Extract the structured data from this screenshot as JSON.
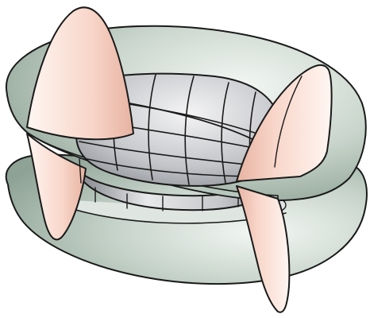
{
  "figure": {
    "kind": "3d-surface-illustration",
    "colors": {
      "background": "#ffffff",
      "outline": "#1a1a1a",
      "green_shell_light": "#eef3ef",
      "green_shell_dark": "#9fb0a4",
      "pink_blade_light": "#fff2ec",
      "pink_blade_dark": "#e9b6a6",
      "core_light": "#f2f2f3",
      "core_dark": "#8d8f95"
    },
    "parts": [
      {
        "id": "green-disc-upper",
        "icon": "green-shell"
      },
      {
        "id": "green-disc-lower",
        "icon": "green-shell"
      },
      {
        "id": "pink-blade-left",
        "icon": "pink-blade"
      },
      {
        "id": "pink-blade-right",
        "icon": "pink-blade"
      },
      {
        "id": "gray-core",
        "icon": "gridded-core"
      },
      {
        "id": "endpoint-markers",
        "icon": "dot"
      }
    ]
  }
}
